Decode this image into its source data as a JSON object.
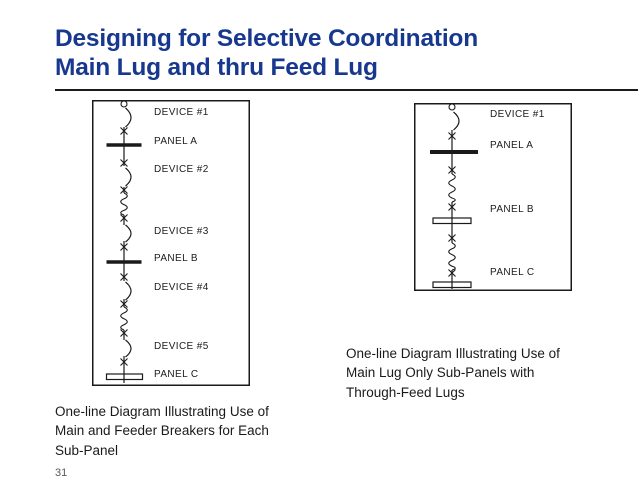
{
  "slide": {
    "page_number": "31",
    "colors": {
      "background": "#ffffff",
      "title": "#17388e",
      "diagram_stroke": "#1a1a1a",
      "caption_text": "#1a1a1a",
      "page_number": "#595959"
    }
  },
  "title": {
    "line1": "Designing for Selective Coordination",
    "line2": "Main Lug and thru Feed Lug"
  },
  "left_diagram": {
    "labels": [
      "DEVICE #1",
      "PANEL A",
      "DEVICE #2",
      "DEVICE #3",
      "PANEL B",
      "DEVICE #4",
      "DEVICE #5",
      "PANEL C"
    ],
    "caption_lines": [
      "One-line Diagram Illustrating Use of",
      "Main and Feeder Breakers for Each",
      "Sub-Panel"
    ]
  },
  "right_diagram": {
    "labels": [
      "DEVICE #1",
      "PANEL A",
      "PANEL B",
      "PANEL C"
    ],
    "caption_lines": [
      "One-line Diagram Illustrating Use of",
      "Main Lug Only Sub-Panels with",
      "Through-Feed Lugs"
    ]
  }
}
